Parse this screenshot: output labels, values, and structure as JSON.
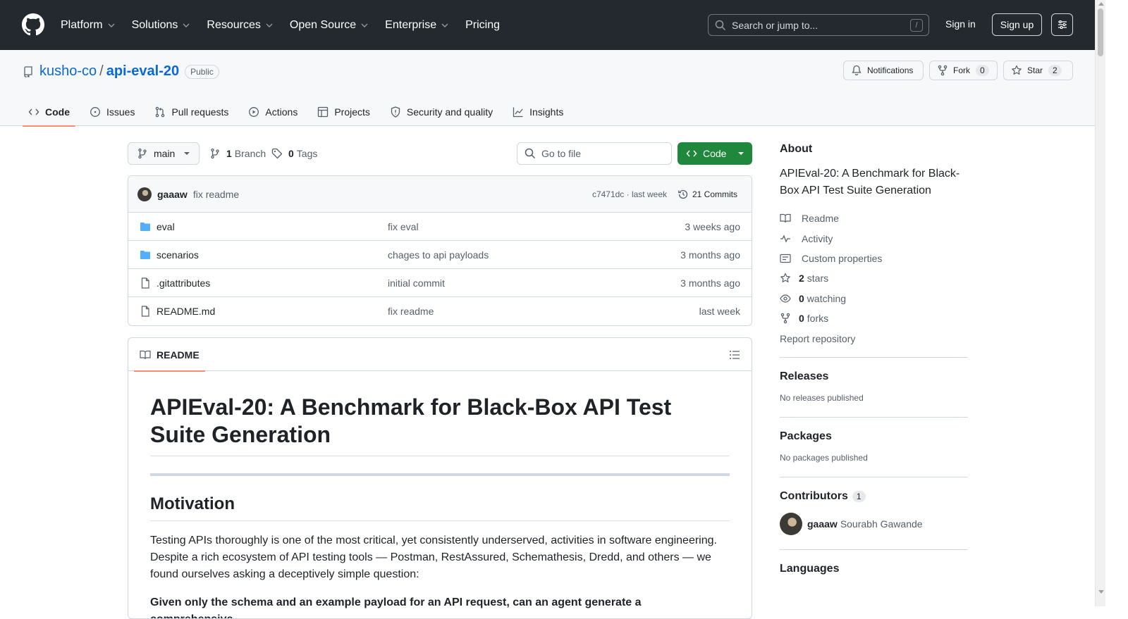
{
  "topnav": {
    "items": [
      {
        "label": "Platform",
        "dropdown": true
      },
      {
        "label": "Solutions",
        "dropdown": true
      },
      {
        "label": "Resources",
        "dropdown": true
      },
      {
        "label": "Open Source",
        "dropdown": true
      },
      {
        "label": "Enterprise",
        "dropdown": true
      },
      {
        "label": "Pricing",
        "dropdown": false
      }
    ],
    "search_placeholder": "Search or jump to...",
    "search_shortcut": "/",
    "signin": "Sign in",
    "signup": "Sign up"
  },
  "repo": {
    "owner": "kusho-co",
    "separator": "/",
    "name": "api-eval-20",
    "visibility": "Public",
    "notifications_label": "Notifications",
    "fork_label": "Fork",
    "fork_count": "0",
    "star_label": "Star",
    "star_count": "2"
  },
  "tabs": [
    {
      "label": "Code",
      "icon": "code-icon",
      "active": true
    },
    {
      "label": "Issues",
      "icon": "issue-icon",
      "active": false
    },
    {
      "label": "Pull requests",
      "icon": "pull-request-icon",
      "active": false
    },
    {
      "label": "Actions",
      "icon": "play-icon",
      "active": false
    },
    {
      "label": "Projects",
      "icon": "table-icon",
      "active": false
    },
    {
      "label": "Security and quality",
      "icon": "shield-icon",
      "active": false
    },
    {
      "label": "Insights",
      "icon": "graph-icon",
      "active": false
    }
  ],
  "toolbar": {
    "branch": "main",
    "branch_count": "1",
    "branch_label": "Branch",
    "tag_count": "0",
    "tag_label": "Tags",
    "goto_placeholder": "Go to file",
    "code_label": "Code"
  },
  "commit": {
    "author": "gaaaw",
    "message": "fix readme",
    "sha_time": "c7471dc · last week",
    "commits_label": "21 Commits"
  },
  "files": [
    {
      "name": "eval",
      "type": "folder",
      "message": "fix eval",
      "date": "3 weeks ago"
    },
    {
      "name": "scenarios",
      "type": "folder",
      "message": "chages to api payloads",
      "date": "3 months ago"
    },
    {
      "name": ".gitattributes",
      "type": "file",
      "message": "initial commit",
      "date": "3 months ago"
    },
    {
      "name": "README.md",
      "type": "file",
      "message": "fix readme",
      "date": "last week"
    }
  ],
  "readme": {
    "tab_label": "README",
    "title": "APIEval-20: A Benchmark for Black-Box API Test Suite Generation",
    "section_heading": "Motivation",
    "paragraph": "Testing APIs thoroughly is one of the most critical, yet consistently underserved, activities in software engineering. Despite a rich ecosystem of API testing tools — Postman, RestAssured, Schemathesis, Dredd, and others — we found ourselves asking a deceptively simple question:",
    "next_line": "Given only the schema and an example payload for an API request, can an agent generate a comprehensive..."
  },
  "sidebar": {
    "about_title": "About",
    "about_desc": "APIEval-20: A Benchmark for Black-Box API Test Suite Generation",
    "links": [
      {
        "icon": "book-icon",
        "count": "",
        "label": "Readme"
      },
      {
        "icon": "pulse-icon",
        "count": "",
        "label": "Activity"
      },
      {
        "icon": "note-icon",
        "count": "",
        "label": "Custom properties"
      },
      {
        "icon": "star-icon",
        "count": "2",
        "label": "stars"
      },
      {
        "icon": "eye-icon",
        "count": "0",
        "label": "watching"
      },
      {
        "icon": "fork-icon",
        "count": "0",
        "label": "forks"
      }
    ],
    "report": "Report repository",
    "releases_title": "Releases",
    "releases_none": "No releases published",
    "packages_title": "Packages",
    "packages_none": "No packages published",
    "contributors_title": "Contributors",
    "contributors_count": "1",
    "contributor_login": "gaaaw",
    "contributor_name": "Sourabh Gawande",
    "languages_title": "Languages"
  },
  "colors": {
    "header_bg": "#24292f",
    "link": "#0969da",
    "primary_button": "#1f883d",
    "active_tab_underline": "#fd8c73",
    "folder_icon": "#54aeff"
  }
}
